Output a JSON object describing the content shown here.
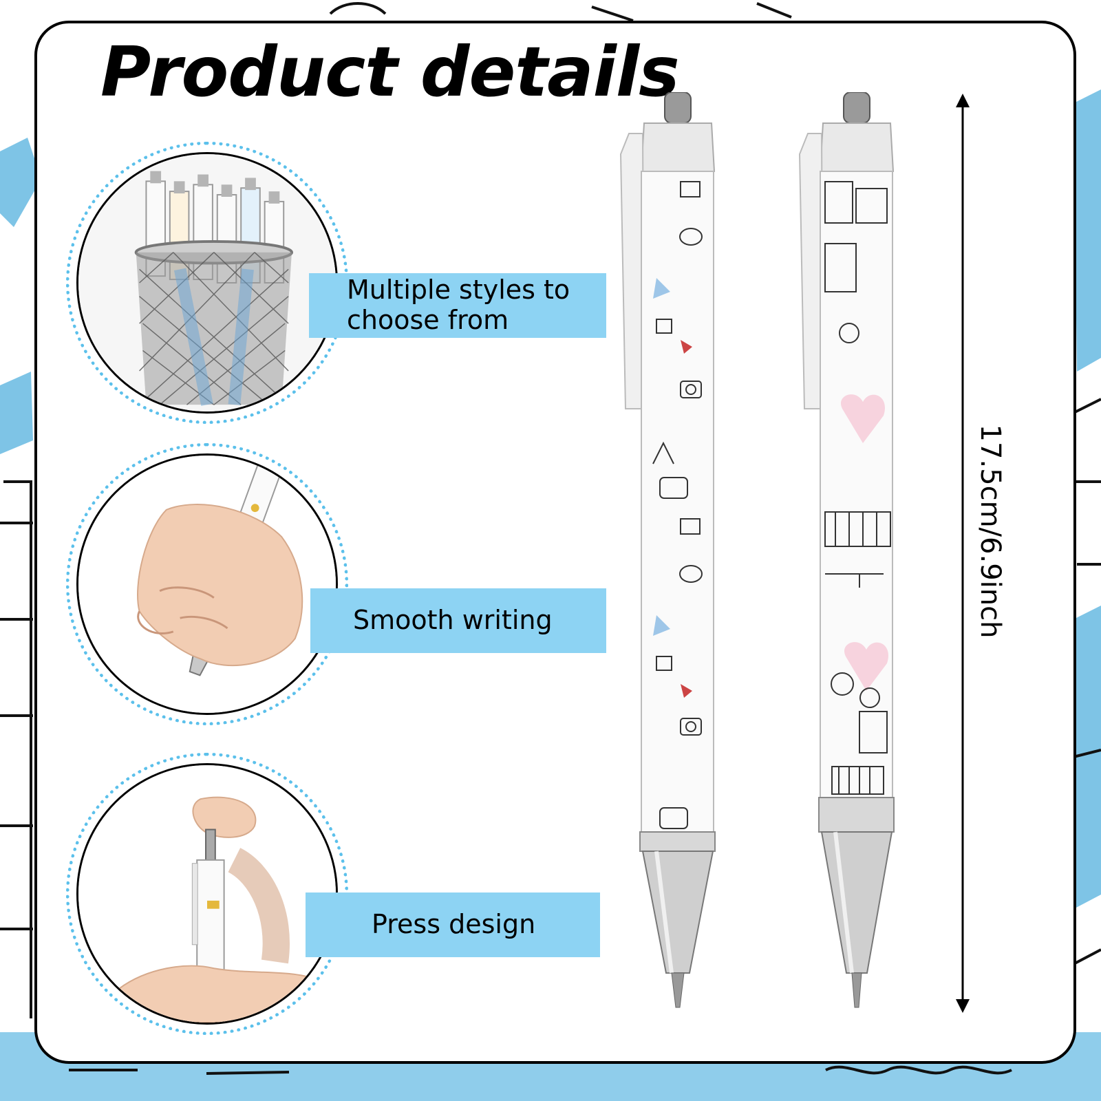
{
  "title": "Product details",
  "features": [
    {
      "label": "Multiple styles to choose from",
      "image_icon": "pen-holder-cup"
    },
    {
      "label": "Smooth writing",
      "image_icon": "hand-writing-pen"
    },
    {
      "label": "Press design",
      "image_icon": "fingers-pressing-pen"
    }
  ],
  "dimension": "17.5cm/6.9inch",
  "colors": {
    "label_bg": "#8dd3f3",
    "circle_dots": "#5bc0eb",
    "card_border": "#000000",
    "sketch_blue": "#7ec4e6"
  }
}
